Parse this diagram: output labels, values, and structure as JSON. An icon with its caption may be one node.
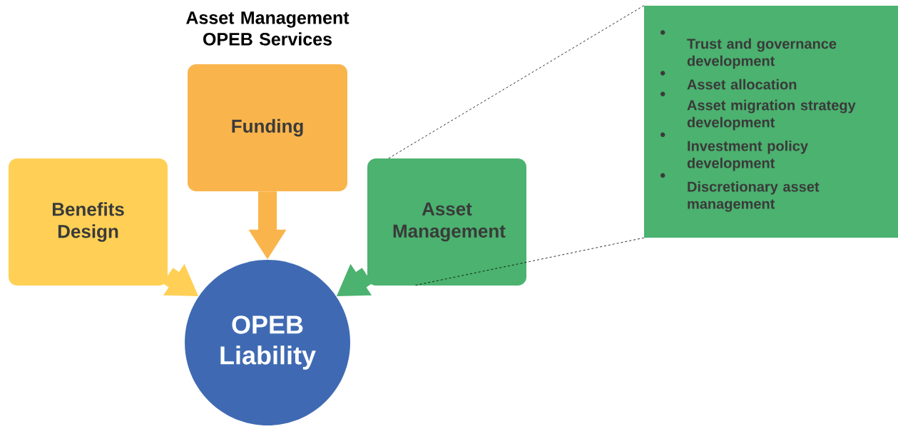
{
  "diagram": {
    "title": "Asset Management OPEB Services",
    "nodes": [
      {
        "text": [
          "Benefits Design"
        ]
      },
      {
        "text": [
          "Funding"
        ]
      },
      {
        "text": [
          "Asset Management"
        ]
      },
      {
        "text": [
          "OPEB Liability"
        ]
      },
      {
        "text": [
          "Trust and governance development",
          "Asset allocation",
          "Asset migration strategy development",
          "Investment policy development",
          "Discretionary asset management"
        ]
      }
    ],
    "edges": [
      {
        "from": 0,
        "to": 3,
        "arrow": "to",
        "color": "#ffd055"
      },
      {
        "from": 1,
        "to": 3,
        "arrow": "to",
        "color": "#f9b54c"
      },
      {
        "from": 2,
        "to": 3,
        "arrow": "to",
        "color": "#4bb26f"
      },
      {
        "from": 4,
        "to": 2,
        "arrow": "none",
        "style": "dashed"
      },
      {
        "from": 4,
        "to": 2,
        "arrow": "none",
        "style": "dashed"
      }
    ]
  }
}
